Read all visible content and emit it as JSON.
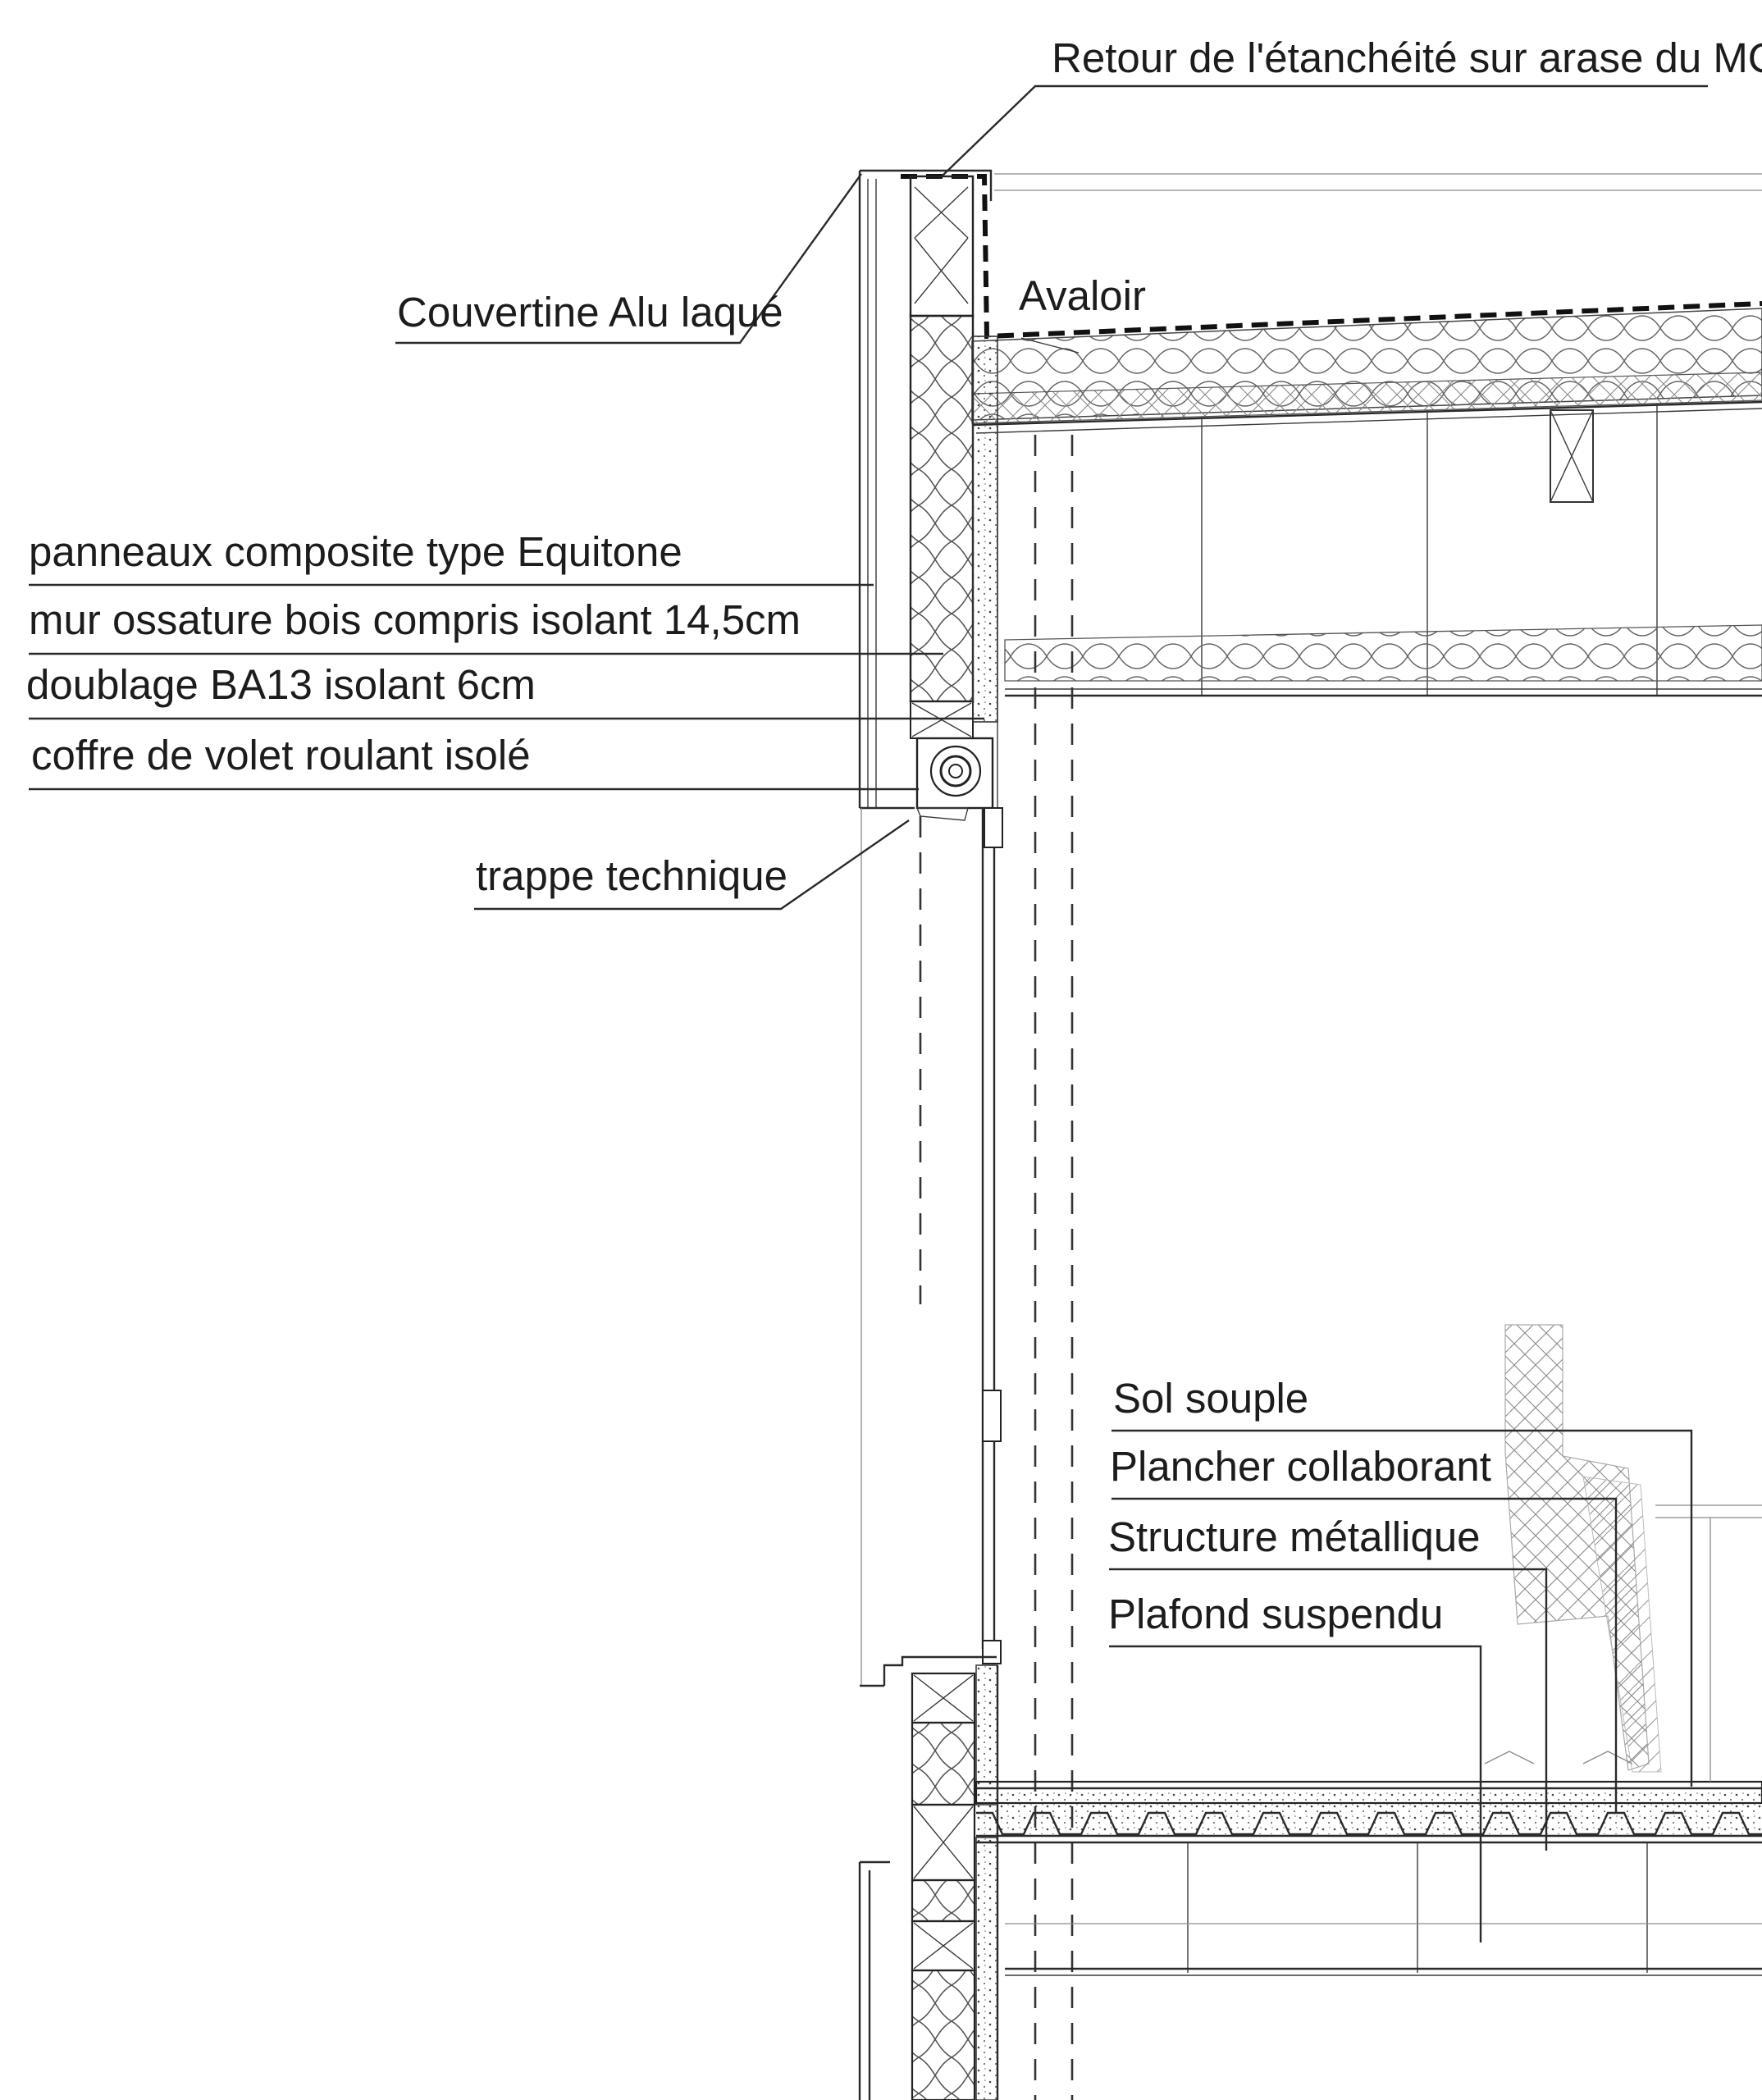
{
  "labels": {
    "retour": "Retour de l'étanchéité sur arase du MOB",
    "couvertine": "Couvertine Alu laqué",
    "avaloir": "Avaloir",
    "panneaux": "panneaux composite type Equitone",
    "mur_ossature": "mur ossature bois compris isolant 14,5cm",
    "doublage": "doublage BA13  isolant 6cm",
    "coffre": "coffre  de volet roulant isolé",
    "trappe": "trappe technique",
    "sol": "Sol souple",
    "plancher": "Plancher collaborant",
    "structure": "Structure métallique",
    "plafond": "Plafond suspendu"
  },
  "colors": {
    "line": "#2a2a2a",
    "background": "#ffffff"
  }
}
